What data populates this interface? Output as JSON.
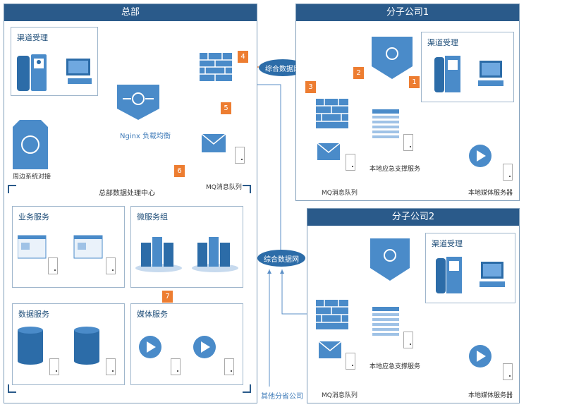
{
  "hq": {
    "title": "总部",
    "channel_title": "渠道受理",
    "nginx_label": "Nginx 负载均衡",
    "periphery_label": "周边系统对接",
    "mq_label": "MQ消息队列",
    "center_label": "总部数据处理中心",
    "biz_title": "业务服务",
    "micro_title": "微服务组",
    "data_title": "数据服务",
    "media_title": "媒体服务"
  },
  "branch1": {
    "title": "分子公司1",
    "channel_title": "渠道受理",
    "support_label": "本地应急支撑服务",
    "mq_label": "MQ消息队列",
    "media_label": "本地媒体服务器"
  },
  "branch2": {
    "title": "分子公司2",
    "channel_title": "渠道受理",
    "support_label": "本地应急支撑服务",
    "mq_label": "MQ消息队列",
    "media_label": "本地媒体服务器"
  },
  "network": {
    "cloud1": "综合数据网",
    "cloud2": "综合数据网",
    "other": "其他分省公司"
  },
  "badges": [
    "1",
    "2",
    "3",
    "4",
    "5",
    "6",
    "7"
  ],
  "colors": {
    "header": "#2a5a8a",
    "icon": "#4a8bc9",
    "arrow_blue": "#5b8fc7",
    "arrow_orange": "#ed7d31"
  }
}
